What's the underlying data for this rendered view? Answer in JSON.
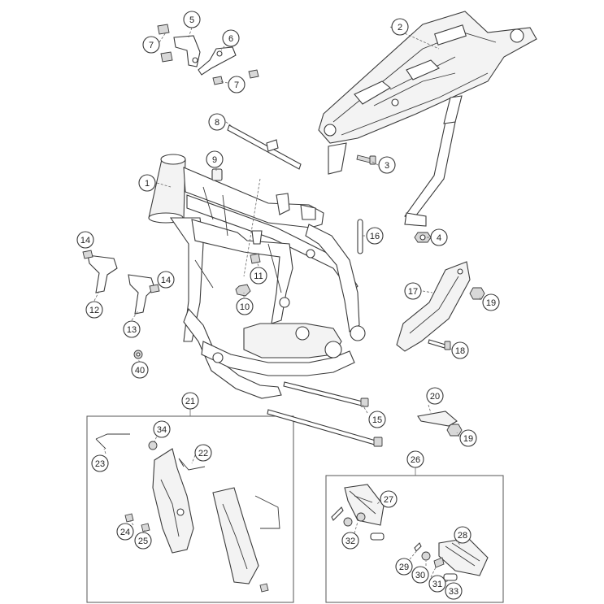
{
  "diagram": {
    "callouts": [
      {
        "id": "c1",
        "label": "1"
      },
      {
        "id": "c2",
        "label": "2"
      },
      {
        "id": "c3",
        "label": "3"
      },
      {
        "id": "c4",
        "label": "4"
      },
      {
        "id": "c5",
        "label": "5"
      },
      {
        "id": "c6",
        "label": "6"
      },
      {
        "id": "c7a",
        "label": "7"
      },
      {
        "id": "c7b",
        "label": "7"
      },
      {
        "id": "c8",
        "label": "8"
      },
      {
        "id": "c9",
        "label": "9"
      },
      {
        "id": "c10",
        "label": "10"
      },
      {
        "id": "c11",
        "label": "11"
      },
      {
        "id": "c12",
        "label": "12"
      },
      {
        "id": "c13",
        "label": "13"
      },
      {
        "id": "c14a",
        "label": "14"
      },
      {
        "id": "c14b",
        "label": "14"
      },
      {
        "id": "c15",
        "label": "15"
      },
      {
        "id": "c16",
        "label": "16"
      },
      {
        "id": "c17",
        "label": "17"
      },
      {
        "id": "c18",
        "label": "18"
      },
      {
        "id": "c19a",
        "label": "19"
      },
      {
        "id": "c19b",
        "label": "19"
      },
      {
        "id": "c20",
        "label": "20"
      },
      {
        "id": "c21",
        "label": "21"
      },
      {
        "id": "c22",
        "label": "22"
      },
      {
        "id": "c23",
        "label": "23"
      },
      {
        "id": "c24",
        "label": "24"
      },
      {
        "id": "c25",
        "label": "25"
      },
      {
        "id": "c26",
        "label": "26"
      },
      {
        "id": "c27",
        "label": "27"
      },
      {
        "id": "c28",
        "label": "28"
      },
      {
        "id": "c29",
        "label": "29"
      },
      {
        "id": "c30",
        "label": "30"
      },
      {
        "id": "c31",
        "label": "31"
      },
      {
        "id": "c32",
        "label": "32"
      },
      {
        "id": "c33",
        "label": "33"
      },
      {
        "id": "c34",
        "label": "34"
      },
      {
        "id": "c40",
        "label": "40"
      }
    ]
  }
}
